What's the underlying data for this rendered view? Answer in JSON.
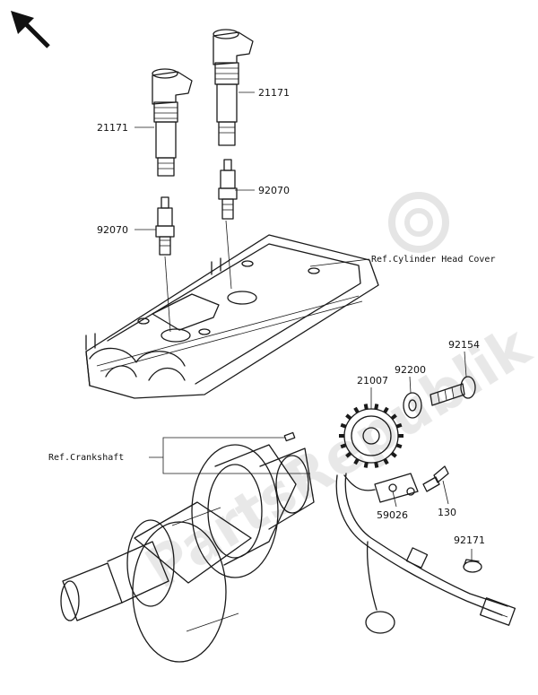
{
  "watermark": "PartsRepublik",
  "parts": {
    "ignition_coil_right": "21171",
    "ignition_coil_left": "21171",
    "spark_plug_right": "92070",
    "spark_plug_left": "92070",
    "ref_head_cover": "Ref.Cylinder Head Cover",
    "timing_rotor": "21007",
    "washer": "92200",
    "bolt": "92154",
    "ref_crankshaft": "Ref.Crankshaft",
    "pickup_bolt": "130",
    "pickup_coil": "59026",
    "clamp": "92171"
  }
}
